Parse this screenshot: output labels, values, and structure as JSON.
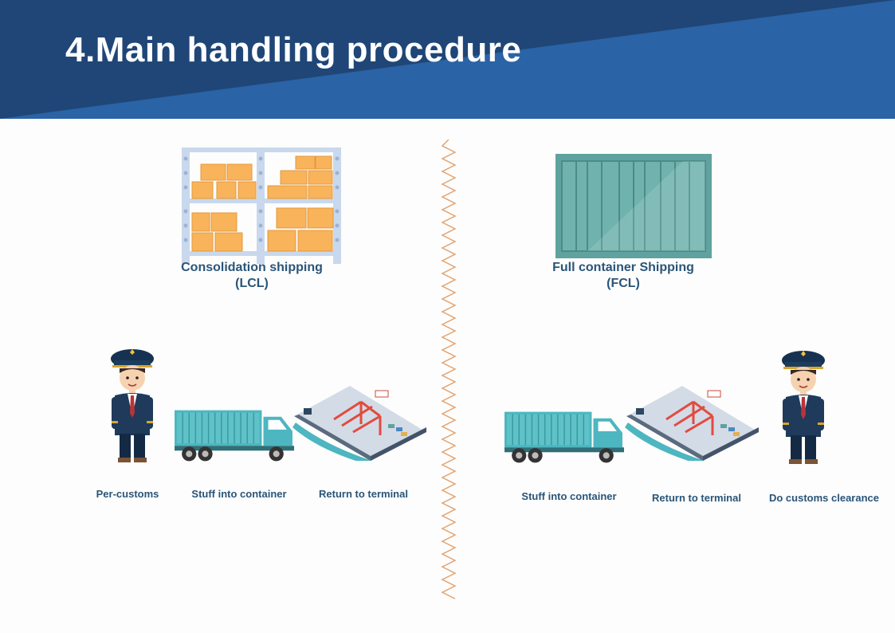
{
  "slide": {
    "title": "4.Main handling procedure"
  },
  "lcl": {
    "title_line1": "Consolidation shipping",
    "title_line2": "(LCL)",
    "steps": [
      {
        "label": "Per-customs",
        "icon": "customs-officer-icon"
      },
      {
        "label": "Stuff into container",
        "icon": "container-truck-icon"
      },
      {
        "label": "Return to terminal",
        "icon": "port-terminal-icon"
      }
    ]
  },
  "fcl": {
    "title_line1": "Full container Shipping",
    "title_line2": "(FCL)",
    "steps": [
      {
        "label": "Stuff into container",
        "icon": "container-truck-icon"
      },
      {
        "label": "Return to terminal",
        "icon": "port-terminal-icon"
      },
      {
        "label": "Do customs clearance",
        "icon": "customs-officer-icon"
      }
    ]
  },
  "colors": {
    "header_dark": "#1f4677",
    "header_light": "#2a63a6",
    "text": "#2a5578",
    "box": "#f9b35a",
    "container": "#5fa29f",
    "truck": "#4db6c0",
    "divider": "#e3a36f"
  }
}
